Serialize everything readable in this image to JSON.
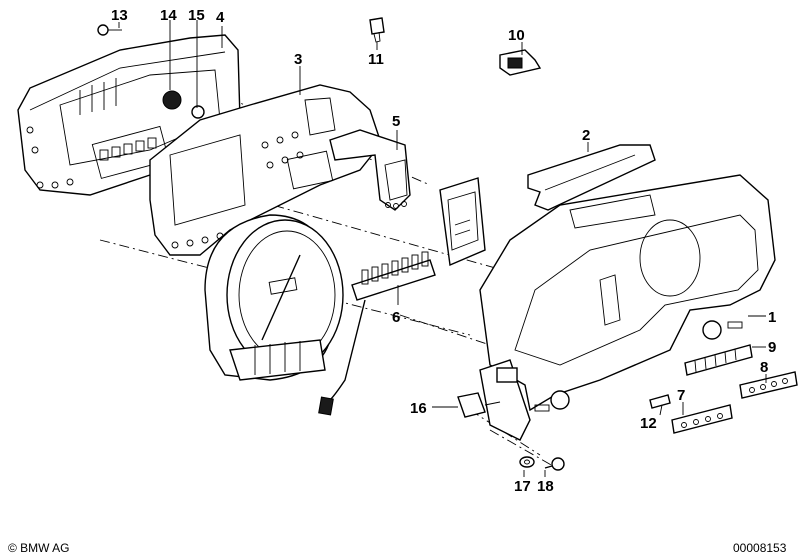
{
  "diagram": {
    "callouts": [
      {
        "id": "c1",
        "label": "1"
      },
      {
        "id": "c2",
        "label": "2"
      },
      {
        "id": "c3",
        "label": "3"
      },
      {
        "id": "c4",
        "label": "4"
      },
      {
        "id": "c5",
        "label": "5"
      },
      {
        "id": "c6",
        "label": "6"
      },
      {
        "id": "c7",
        "label": "7"
      },
      {
        "id": "c8",
        "label": "8"
      },
      {
        "id": "c9",
        "label": "9"
      },
      {
        "id": "c10",
        "label": "10"
      },
      {
        "id": "c11",
        "label": "11"
      },
      {
        "id": "c12",
        "label": "12"
      },
      {
        "id": "c13",
        "label": "13"
      },
      {
        "id": "c14",
        "label": "14"
      },
      {
        "id": "c15",
        "label": "15"
      },
      {
        "id": "c16",
        "label": "16"
      },
      {
        "id": "c17",
        "label": "17"
      },
      {
        "id": "c18",
        "label": "18"
      }
    ]
  },
  "footer": {
    "copyright": "© BMW AG",
    "drawing_number": "00008153"
  }
}
